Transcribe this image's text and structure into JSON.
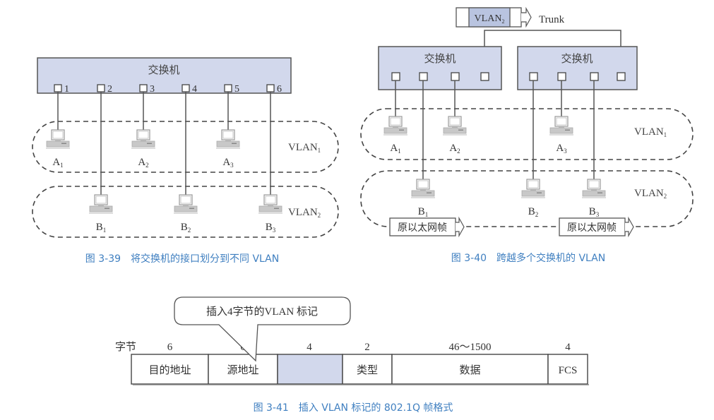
{
  "colors": {
    "switch_fill": "#d2d8ec",
    "tag_fill": "#b9c4e0",
    "line": "#555555",
    "caption": "#3f7fc0"
  },
  "fig39": {
    "switch_label": "交换机",
    "ports": [
      "1",
      "2",
      "3",
      "4",
      "5",
      "6"
    ],
    "vlan1": {
      "label": "VLAN",
      "sub": "1"
    },
    "vlan2": {
      "label": "VLAN",
      "sub": "2"
    },
    "hosts_a": [
      {
        "base": "A",
        "sub": "1"
      },
      {
        "base": "A",
        "sub": "2"
      },
      {
        "base": "A",
        "sub": "3"
      }
    ],
    "hosts_b": [
      {
        "base": "B",
        "sub": "1"
      },
      {
        "base": "B",
        "sub": "2"
      },
      {
        "base": "B",
        "sub": "3"
      }
    ],
    "caption": "图 3-39　将交换机的接口划分到不同 VLAN"
  },
  "fig40": {
    "switch_left_label": "交换机",
    "switch_right_label": "交换机",
    "trunk_label": "Trunk",
    "trunk_frame_tag": {
      "label": "VLAN",
      "sub": "2"
    },
    "vlan1": {
      "label": "VLAN",
      "sub": "1"
    },
    "vlan2": {
      "label": "VLAN",
      "sub": "2"
    },
    "hosts_a": [
      {
        "base": "A",
        "sub": "1"
      },
      {
        "base": "A",
        "sub": "2"
      },
      {
        "base": "A",
        "sub": "3"
      }
    ],
    "hosts_b": [
      {
        "base": "B",
        "sub": "1"
      },
      {
        "base": "B",
        "sub": "2"
      },
      {
        "base": "B",
        "sub": "3"
      }
    ],
    "frame_label_left": "原以太网帧",
    "frame_label_right": "原以太网帧",
    "caption": "图 3-40　跨越多个交换机的 VLAN"
  },
  "fig41": {
    "callout": "插入4字节的VLAN 标记",
    "bytes_label": "字节",
    "fields": [
      {
        "size": "6",
        "name": "目的地址"
      },
      {
        "size": "6",
        "name": "源地址"
      },
      {
        "size": "4",
        "name": ""
      },
      {
        "size": "2",
        "name": "类型"
      },
      {
        "size": "46～1500",
        "name": "数据"
      },
      {
        "size": "4",
        "name": "FCS"
      }
    ],
    "caption": "图 3-41　插入 VLAN 标记的 802.1Q 帧格式"
  }
}
